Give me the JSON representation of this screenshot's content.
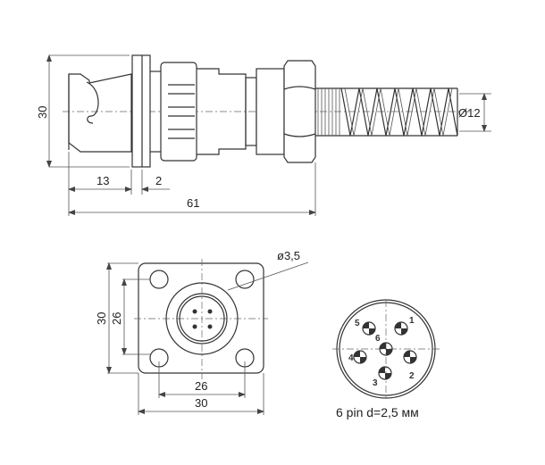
{
  "side_view": {
    "dim_height": "30",
    "dim_body": "13",
    "dim_flange": "2",
    "dim_length": "61",
    "dim_cable_diameter": "Ø12"
  },
  "front_view": {
    "dim_height": "30",
    "dim_hole_spacing_v": "26",
    "dim_hole_spacing_h": "26",
    "dim_width": "30",
    "dim_hole_diameter": "ø3,5"
  },
  "pinout": {
    "pins": [
      "1",
      "2",
      "3",
      "4",
      "5",
      "6"
    ],
    "caption": "6 pin d=2,5 мм"
  }
}
